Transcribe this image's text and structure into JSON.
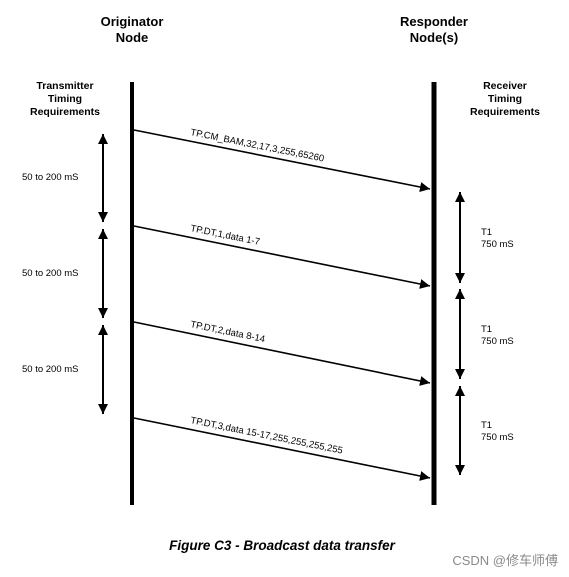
{
  "originator": {
    "line1": "Originator",
    "line2": "Node"
  },
  "responder": {
    "line1": "Responder",
    "line2": "Node(s)"
  },
  "transmitter_req": {
    "line1": "Transmitter",
    "line2": "Timing",
    "line3": "Requirements"
  },
  "receiver_req": {
    "line1": "Receiver",
    "line2": "Timing",
    "line3": "Requirements"
  },
  "messages": [
    {
      "label": "TP.CM_BAM,32,17,3,255,65260"
    },
    {
      "label": "TP.DT,1,data 1-7"
    },
    {
      "label": "TP.DT,2,data 8-14"
    },
    {
      "label": "TP.DT,3,data 15-17,255,255,255,255"
    }
  ],
  "tx_intervals": [
    {
      "label": "50 to 200 mS"
    },
    {
      "label": "50 to 200 mS"
    },
    {
      "label": "50 to 200 mS"
    }
  ],
  "rx_intervals": [
    {
      "name": "T1",
      "value": "750 mS"
    },
    {
      "name": "T1",
      "value": "750 mS"
    },
    {
      "name": "T1",
      "value": "750 mS"
    }
  ],
  "caption": "Figure C3 - Broadcast data transfer",
  "watermark": "CSDN @修车师傅"
}
